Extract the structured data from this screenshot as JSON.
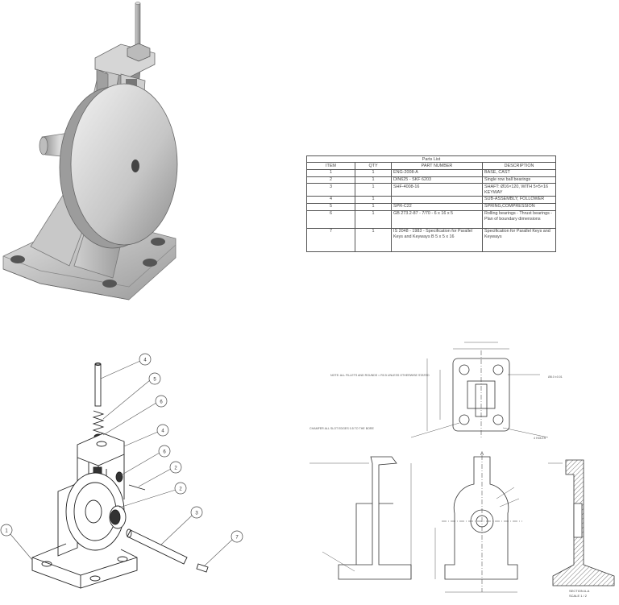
{
  "parts_list": {
    "title": "Parts List",
    "headers": [
      "ITEM",
      "QTY",
      "PART NUMBER",
      "DESCRIPTION"
    ],
    "rows": [
      {
        "item": "1",
        "qty": "1",
        "part": "ENG-2008-A",
        "desc": "BASE, CAST"
      },
      {
        "item": "2",
        "qty": "1",
        "part": "DIN625 - SKF 6203",
        "desc": "Single row ball bearings"
      },
      {
        "item": "3",
        "qty": "1",
        "part": "SHF-4008-16",
        "desc": "SHAFT: Ø16×120, WITH 5×5×16 KEYWAY"
      },
      {
        "item": "4",
        "qty": "1",
        "part": "",
        "desc": "SUB-ASSEMBLY, FOLLOWER"
      },
      {
        "item": "5",
        "qty": "1",
        "part": "SPR-C22",
        "desc": "SPRING,COMPRESSION"
      },
      {
        "item": "6",
        "qty": "1",
        "part": "GB 273.2-87 - 7/70 - 6 x 16 x 5",
        "desc": "Rolling bearings - Thrust bearings - Plan of boundary dimensions"
      },
      {
        "item": "7",
        "qty": "1",
        "part": "IS 2048 - 1983 - Specification for Parallel Keys and Keyways B 5 x 5 x 16",
        "desc": "Specification for Parallel Keys and Keyways"
      }
    ]
  },
  "balloons": [
    "4",
    "5",
    "6",
    "4",
    "6",
    "2",
    "2",
    "3",
    "7",
    "1"
  ],
  "drawing": {
    "note_top": "NOTE: ALL FILLETS AND ROUNDS = R0.5 UNLESS OTHERWISE STATED",
    "note_chamfer": "CHAMFER ALL SLOT EDGES 0.5 TO THE BORE",
    "note_bore": "Ø8.0 ±0.01",
    "note_holes": "4 HOLES",
    "section_label": "SECTION A-A",
    "scale_label": "SCALE 1 / 2",
    "section_marker": "A"
  }
}
